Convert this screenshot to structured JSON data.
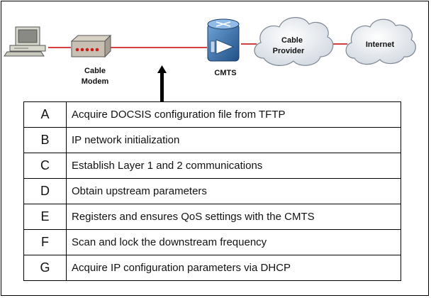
{
  "diagram": {
    "nodes": {
      "pc": {
        "label": "",
        "icon": "desktop-computer-icon"
      },
      "cable_modem": {
        "label_line1": "Cable",
        "label_line2": "Modem",
        "icon": "cable-modem-icon"
      },
      "cmts": {
        "label": "CMTS",
        "icon": "cmts-router-icon"
      },
      "cable_provider": {
        "label_line1": "Cable",
        "label_line2": "Provider",
        "icon": "cloud-icon"
      },
      "internet": {
        "label": "Internet",
        "icon": "cloud-icon"
      }
    },
    "link_color": "#cc0000",
    "arrow_target": "cable_modem"
  },
  "steps": [
    {
      "letter": "A",
      "text": "Acquire DOCSIS configuration file from TFTP"
    },
    {
      "letter": "B",
      "text": "IP network initialization"
    },
    {
      "letter": "C",
      "text": "Establish Layer 1 and 2 communications"
    },
    {
      "letter": "D",
      "text": "Obtain upstream parameters"
    },
    {
      "letter": "E",
      "text": "Registers and ensures QoS settings with the CMTS"
    },
    {
      "letter": "F",
      "text": "Scan and lock the downstream frequency"
    },
    {
      "letter": "G",
      "text": "Acquire IP configuration parameters via DHCP"
    }
  ]
}
